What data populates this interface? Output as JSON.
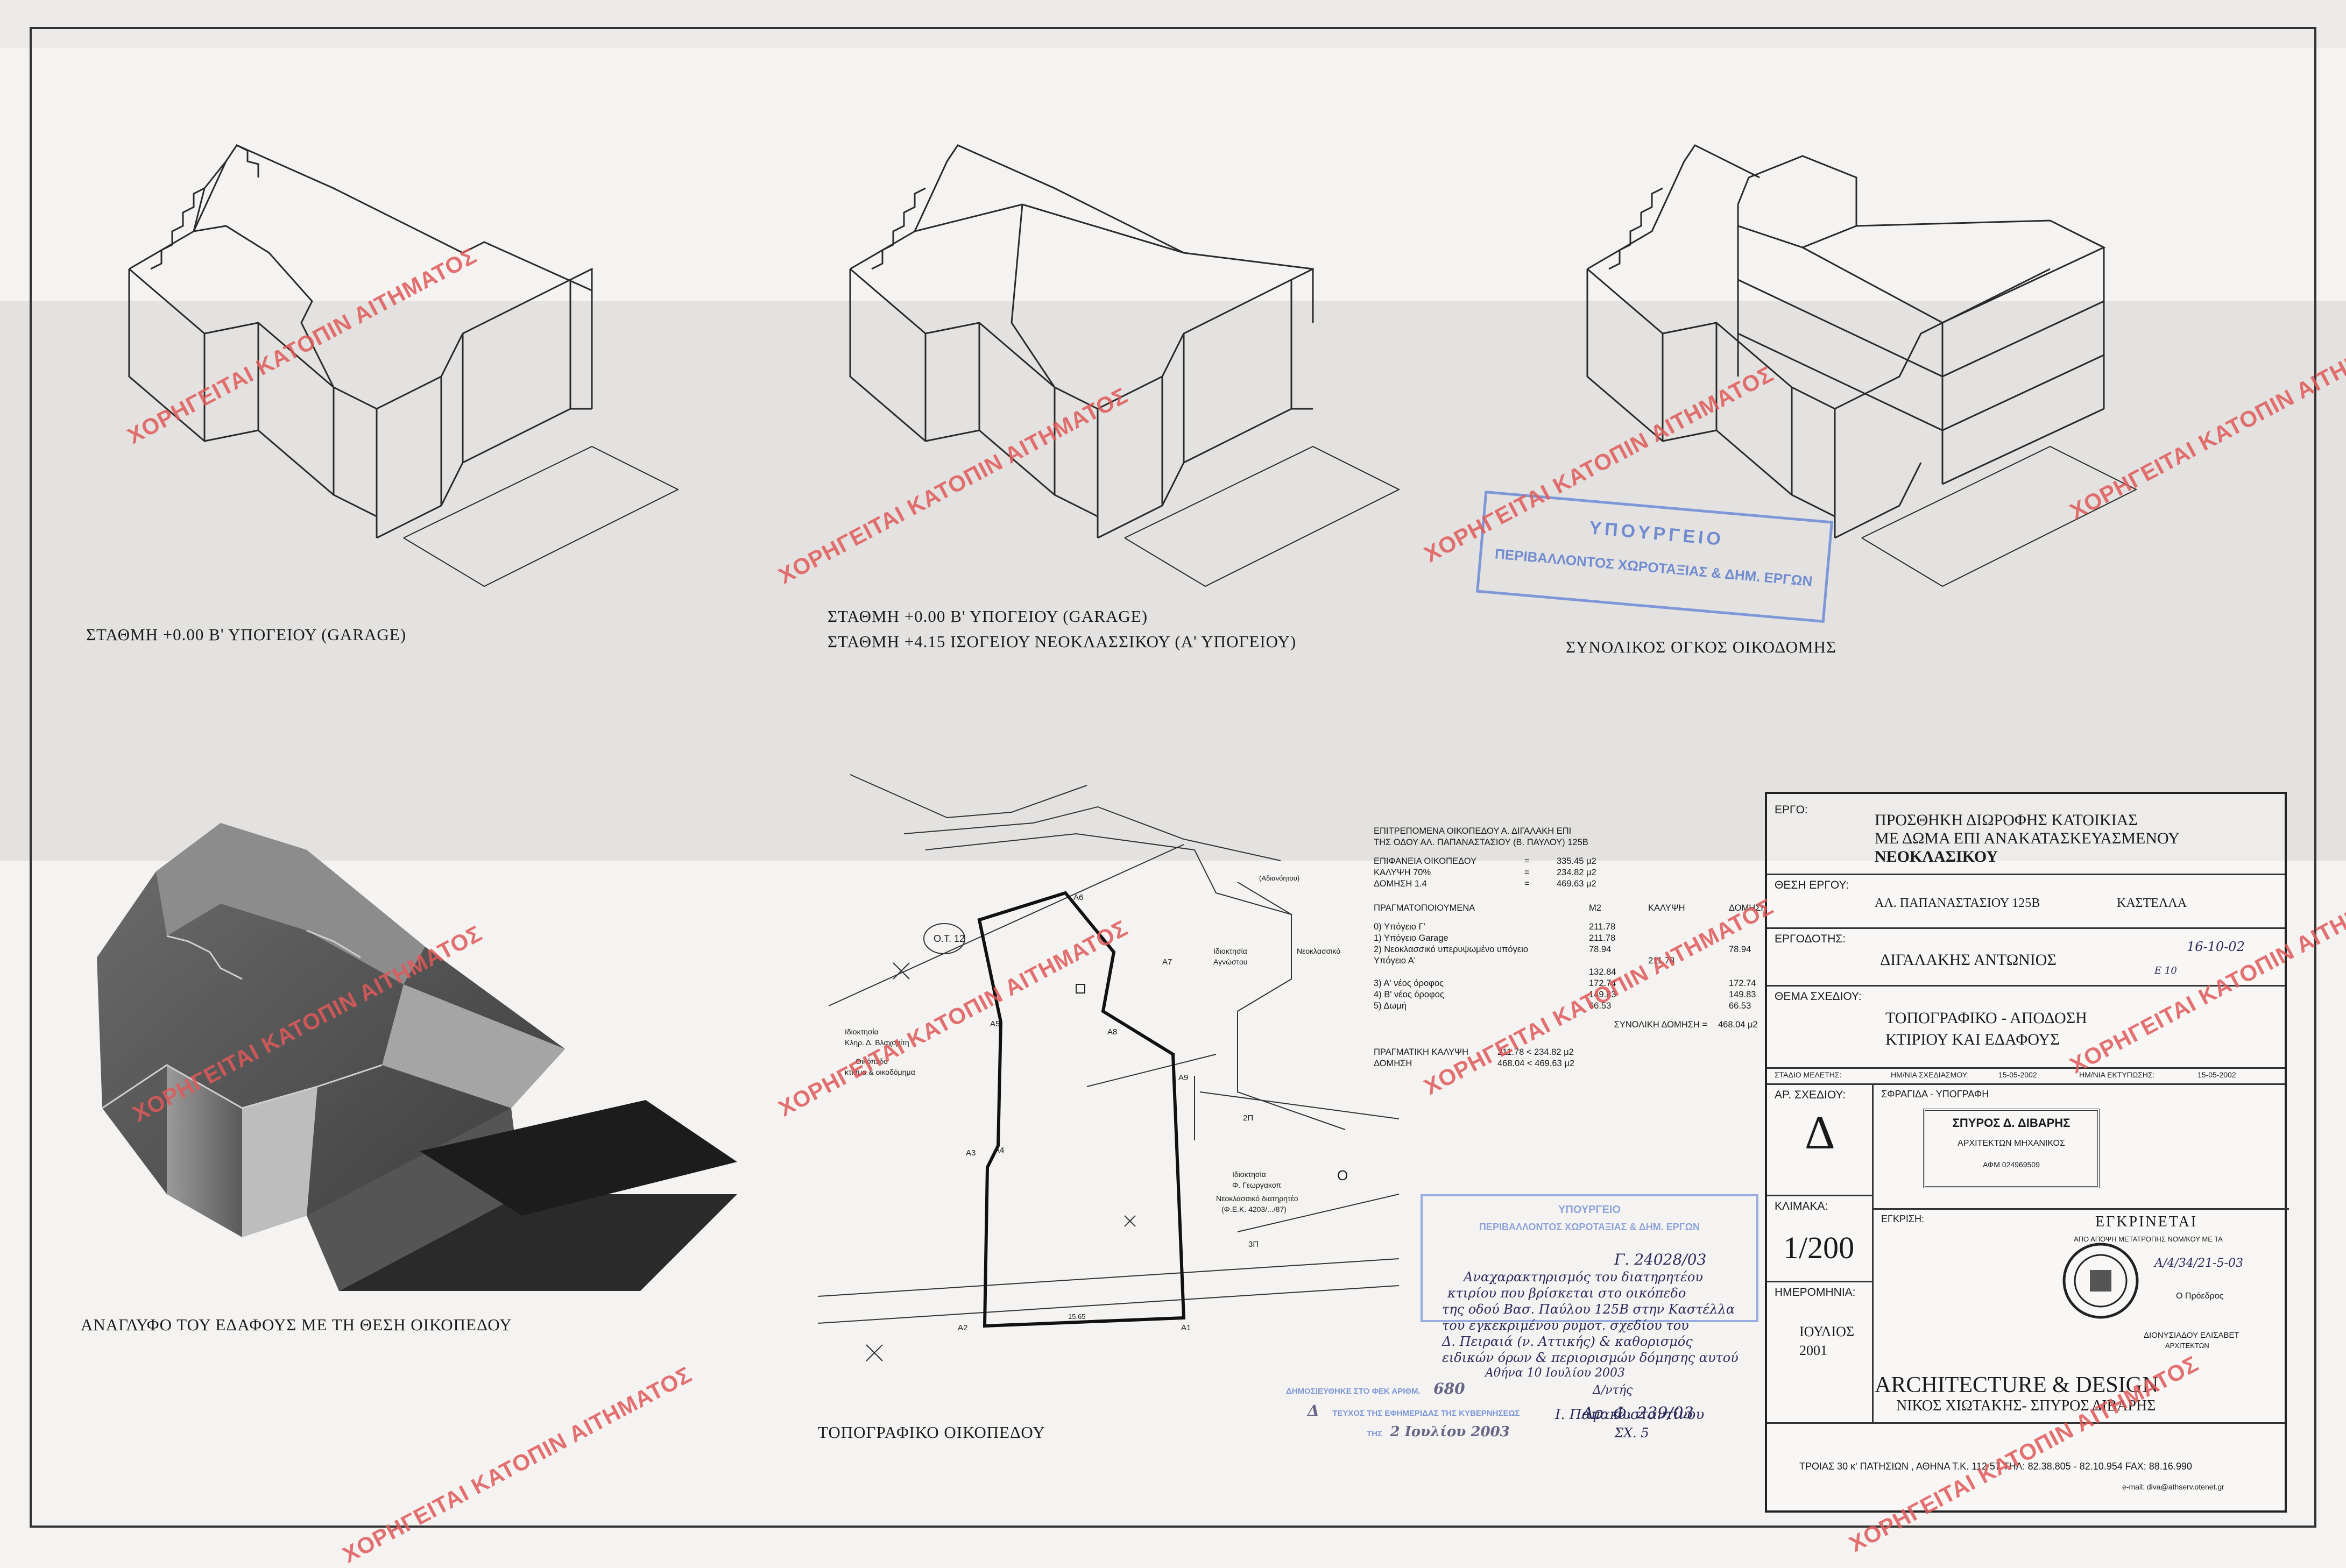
{
  "watermark": "ΧΟΡΗΓΕΙΤΑΙ ΚΑΤΟΠΙΝ ΑΙΤΗΜΑΤΟΣ",
  "views": {
    "view1_caption": "ΣΤΑΘΜΗ +0.00 Β' ΥΠΟΓΕΙΟΥ (GARAGE)",
    "view2_caption_line1": "ΣΤΑΘΜΗ +0.00 Β' ΥΠΟΓΕΙΟΥ (GARAGE)",
    "view2_caption_line2": "ΣΤΑΘΜΗ +4.15 ΙΣΟΓΕΙΟΥ ΝΕΟΚΛΑΣΣΙΚΟΥ (Α' ΥΠΟΓΕΙΟΥ)",
    "view3_caption": "ΣΥΝΟΛΙΚΟΣ ΟΓΚΟΣ ΟΙΚΟΔΟΜΗΣ",
    "relief_caption": "ΑΝΑΓΛΥΦΟ ΤΟΥ ΕΔΑΦΟΥΣ ΜΕ ΤΗ ΘΕΣΗ ΟΙΚΟΠΕΔΟΥ",
    "topo_caption": "ΤΟΠΟΓΡΑΦΙΚΟ ΟΙΚΟΠΕΔΟΥ"
  },
  "ministry_stamp_top": {
    "line1": "ΥΠΟΥΡΓΕΙΟ",
    "line2": "ΠΕΡΙΒΑΛΛΟΝΤΟΣ ΧΩΡΟΤΑΞΙΑΣ & ΔΗΜ. ΕΡΓΩΝ"
  },
  "stats": {
    "title_line1": "ΕΠΙΤΡΕΠΟΜΕΝΑ ΟΙΚΟΠΕΔΟΥ Α. ΔΙΓΑΛΑΚΗ ΕΠΙ",
    "title_line2": "ΤΗΣ ΟΔΟΥ ΑΛ. ΠΑΠΑΝΑΣΤΑΣΙΟΥ (Β. ΠΑΥΛΟΥ) 125Β",
    "allowed": [
      {
        "label": "ΕΠΙΦΑΝΕΙΑ ΟΙΚΟΠΕΔΟΥ",
        "eq": "=",
        "value": "335.45 μ2"
      },
      {
        "label": "ΚΑΛΥΨΗ     70%",
        "eq": "=",
        "value": "234.82 μ2"
      },
      {
        "label": "ΔΟΜΗΣΗ     1.4",
        "eq": "=",
        "value": "469.63 μ2"
      }
    ],
    "real_header": {
      "label": "ΠΡΑΓΜΑΤΟΠΟΙΟΥΜΕΝΑ",
      "c1": "Μ2",
      "c2": "ΚΑΛΥΨΗ",
      "c3": "ΔΟΜΗΣΗ"
    },
    "real_rows": [
      {
        "label": "0) Υπόγειο Γ'",
        "c1": "211.78",
        "c2": "",
        "c3": ""
      },
      {
        "label": "1) Υπόγειο Garage",
        "c1": "211.78",
        "c2": "",
        "c3": ""
      },
      {
        "label": "2) Νεοκλασσικό υπερυψωμένο υπόγειο",
        "c1": "78.94",
        "c2": "",
        "c3": "78.94"
      },
      {
        "label": "    Υπόγειο Α'",
        "c1": "",
        "c2": "211.78",
        "c3": ""
      },
      {
        "label": "",
        "c1": "132.84",
        "c2": "",
        "c3": ""
      },
      {
        "label": "3) Α' νέος όροφος",
        "c1": "172.74",
        "c2": "",
        "c3": "172.74"
      },
      {
        "label": "4) Β' νέος όροφος",
        "c1": "149.83",
        "c2": "",
        "c3": "149.83"
      },
      {
        "label": "5) Δωμή",
        "c1": "66.53",
        "c2": "",
        "c3": "66.53"
      }
    ],
    "total_label": "ΣΥΝΟΛΙΚΗ ΔΟΜΗΣΗ =",
    "total_value": "468.04 μ2",
    "actual_label1": "ΠΡΑΓΜΑΤΙΚΗ ΚΑΛΥΨΗ",
    "actual_value1": "211.78 < 234.82 μ2",
    "actual_label2": "ΔΟΜΗΣΗ",
    "actual_value2": "468.04 < 469.63 μ2"
  },
  "topo": {
    "points": [
      "Α1",
      "Α2",
      "Α3",
      "Α4",
      "Α5",
      "Α6",
      "Α7",
      "Α8",
      "Α9"
    ],
    "block_label": "Ο.Τ. 12",
    "neighbor1_line1": "Ιδιοκτησία",
    "neighbor1_line2": "Κληρ. Δ. Βλαχομίτη",
    "neighbor1_line3": "Οικόπεδο",
    "neighbor1_line4": "κτίσμα & οικοδόμημα",
    "neighbor2_line1": "Ιδιοκτησία",
    "neighbor2_line2": "Αγνώστου",
    "neighbor2_line3": "Νεοκλασσικό",
    "neighbor3_line1": "Ιδιοκτησία",
    "neighbor3_line2": "Φ. Γεωργακοπ",
    "neighbor3_line3": "Νεοκλασσικό διατηρητέο",
    "neighbor3_line4": "(Φ.Ε.Κ. 4203/.../87)",
    "label_2": "2Π",
    "label_3": "3Π",
    "label_road": "Ο",
    "top_label": "(Αδιανόητου)",
    "dim_bottom": "15.65"
  },
  "ministry_stamp_bottom": {
    "line1": "ΥΠΟΥΡΓΕΙΟ",
    "line2": "ΠΕΡΙΒΑΛΛΟΝΤΟΣ ΧΩΡΟΤΑΞΙΑΣ & ΔΗΜ. ΕΡΓΩΝ",
    "ref": "Γ. 24028/03",
    "hand1": "Αναχαρακτηρισμός του διατηρητέου",
    "hand2": "κτιρίου που βρίσκεται στο οικόπεδο",
    "hand3": "της οδού Βασ. Παύλου 125Β στην Καστέλλα",
    "hand4": "του εγκεκριμένου ρυμοτ. σχεδίου του",
    "hand5": "Δ. Πειραιά (ν. Αττικής) & καθορισμός",
    "hand6": "ειδικών όρων & περιορισμών δόμησης αυτού",
    "date": "Αθήνα 10 Ιουλίου 2003",
    "sign": "Δ/ντής",
    "signer": "Ι. Παπακωσταντίνου"
  },
  "publish": {
    "line1": "ΔΗΜΟΣΙΕΥΘΗΚΕ ΣΤΟ ΦΕΚ ΑΡΙΘΜ.",
    "num": "680",
    "line2": "ΤΕΥΧΟΣ ΤΗΣ ΕΦΗΜΕΡΙΔΑΣ ΤΗΣ ΚΥΒΕΡΝΗΣΕΩΣ",
    "issue": "Δ",
    "date_prefix": "ΤΗΣ",
    "date": "2 Ιουλίου 2003",
    "ref": "Αρ. Φ. 239/03",
    "ref2": "ΣΧ. 5"
  },
  "title_block": {
    "ergo_label": "ΕΡΓΟ:",
    "ergo_line1": "ΠΡΟΣΘΗΚΗ ΔΙΩΡΟΦΗΣ ΚΑΤΟΙΚΙΑΣ",
    "ergo_line2": "ΜΕ ΔΩΜΑ ΕΠΙ ΑΝΑΚΑΤΑΣΚΕΥΑΣΜΕΝΟΥ",
    "ergo_line3": "ΝΕΟΚΛΑΣΙΚΟΥ",
    "thesi_label": "ΘΕΣΗ ΕΡΓΟΥ:",
    "thesi_value": "ΑΛ. ΠΑΠΑΝΑΣΤΑΣΙΟΥ 125Β",
    "thesi_area": "ΚΑΣΤΕΛΛΑ",
    "ergodotis_label": "ΕΡΓΟΔΟΤΗΣ:",
    "ergodotis_value": "ΔΙΓΑΛΑΚΗΣ ΑΝΤΩΝΙΟΣ",
    "thema_label": "ΘΕΜΑ ΣΧΕΔΙΟΥ:",
    "thema_line1": "ΤΟΠΟΓΡΑΦΙΚΟ - ΑΠΟΔΟΣΗ",
    "thema_line2": "ΚΤΙΡΙΟΥ ΚΑΙ ΕΔΑΦΟΥΣ",
    "stadio_label": "ΣΤΑΔΙΟ ΜΕΛΕΤΗΣ:",
    "date_draw_label": "ΗΜ/ΝΙΑ ΣΧΕΔΙΑΣΜΟΥ:",
    "date_draw": "15-05-2002",
    "date_print_label": "ΗΜ/ΝΙΑ ΕΚΤΥΠΩΣΗΣ:",
    "date_print": "15-05-2002",
    "ar_label": "ΑΡ. ΣΧΕΔΙΟΥ:",
    "ar_value": "Δ",
    "sfragida_label": "ΣΦΡΑΓΙΔΑ - ΥΠΟΓΡΑΦΗ",
    "klimaka_label": "ΚΛΙΜΑΚΑ:",
    "klimaka_value": "1/200",
    "egkrisi_label": "ΕΓΚΡΙΣΗ:",
    "imerominia_label": "ΗΜΕΡΟΜΗΝΙΑ:",
    "month": "ΙΟΥΛΙΟΣ",
    "year": "2001",
    "engineer_stamp_line1": "ΣΠΥΡΟΣ Δ. ΔΙΒΑΡΗΣ",
    "engineer_stamp_line2": "ΑΡΧΙΤΕΚΤΩΝ ΜΗΧΑΝΙΚΟΣ",
    "engineer_stamp_line3": "ΑΦΜ 024969509",
    "egkrinetai": "ΕΓΚΡΙΝΕΤΑΙ",
    "egk_line1": "ΑΠΟ ΑΠΟΨΗ ΜΕΤΑΤΡΟΠΗΣ ΝΟΜ/ΚΟΥ ΜΕ ΤΑ",
    "egk_ref": "Α/4/34/21-5-03",
    "egk_role": "Ο Πρόεδρος",
    "egk_name1": "ΔΙΟΝΥΣΙΑΔΟΥ ΕΛΙΣΑΒΕΤ",
    "egk_name2": "ΑΡΧΙΤΕΚΤΩΝ",
    "firm_name": "ARCHITECTURE & DESIGN",
    "firm_people": "ΝΙΚΟΣ ΧΙΩΤΑΚΗΣ- ΣΠΥΡΟΣ ΔΙΒΑΡΗΣ",
    "address": "ΤΡΟΙΑΣ 30 κ' ΠΑΤΗΣΙΩΝ , ΑΘΗΝΑ Τ.Κ. 112 57  ΤΗΛ: 82.38.805 - 82.10.954  FAX: 88.16.990",
    "email": "e-mail: diva@athserv.otenet.gr",
    "hand_date": "16-10-02",
    "hand_code": "Ε 10"
  },
  "colors": {
    "watermark": "#e05a5a",
    "stamp_blue": "#5d7fd6",
    "paper": "#f4f3f1",
    "band": "#dedcda"
  }
}
